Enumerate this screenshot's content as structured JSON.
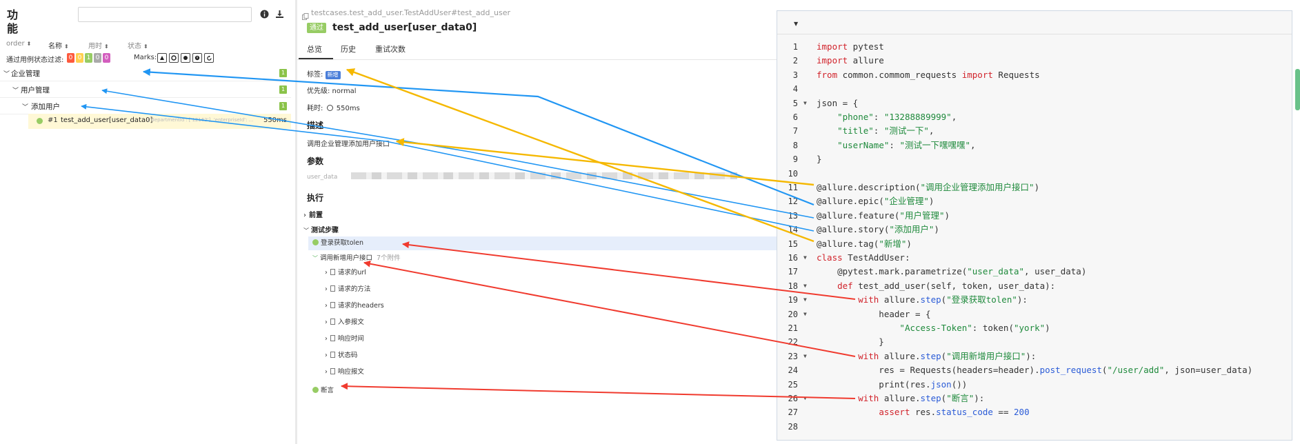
{
  "left": {
    "title": "功能",
    "search": {
      "value": "",
      "placeholder": ""
    },
    "sort": [
      "order",
      "名称",
      "用时",
      "状态"
    ],
    "filter_label": "通过用例状态过滤:",
    "stats": [
      {
        "value": "0",
        "color": "#fd5a3e"
      },
      {
        "value": "0",
        "color": "#ffd050"
      },
      {
        "value": "1",
        "color": "#97cc64"
      },
      {
        "value": "0",
        "color": "#aaaaaa"
      },
      {
        "value": "0",
        "color": "#d35ebe"
      }
    ],
    "marks_label": "Marks:",
    "tree": [
      {
        "label": "企业管理",
        "count": "1"
      },
      {
        "label": "用户管理",
        "count": "1"
      },
      {
        "label": "添加用户",
        "count": "1"
      }
    ],
    "case": {
      "order": "#1",
      "name": "test_add_user[user_data0]",
      "params": "{'departmentId': ['12162'], 'enterpriseId': ...",
      "duration": "550ms"
    }
  },
  "detail": {
    "breadcrumb": "testcases.test_add_user.TestAddUser#test_add_user",
    "status": "通过",
    "title": "test_add_user[user_data0]",
    "tabs": [
      "总览",
      "历史",
      "重试次数"
    ],
    "tag_label": "标签:",
    "tag": "新增",
    "priority": "优先级: normal",
    "duration_label": "耗时:",
    "duration": "550ms",
    "desc_heading": "描述",
    "description": "调用企业管理添加用户接口",
    "params_heading": "参数",
    "param_name": "user_data",
    "exec_heading": "执行",
    "setup": "前置",
    "steps_heading": "测试步骤",
    "steps": [
      {
        "label": "登录获取tolen",
        "extra": ""
      },
      {
        "label": "调用新增用户接口",
        "extra": "7个附件"
      }
    ],
    "attachments": [
      "请求的url",
      "请求的方法",
      "请求的headers",
      "入参报文",
      "响应时间",
      "状态码",
      "响应报文"
    ],
    "assert_step": "断言"
  },
  "code": {
    "lines": [
      {
        "n": "1",
        "h": "<span class=\"kw\">import</span> pytest"
      },
      {
        "n": "2",
        "h": "<span class=\"kw\">import</span> allure"
      },
      {
        "n": "3",
        "h": "<span class=\"kw\">from</span> common.commom_requests <span class=\"kw\">import</span> Requests"
      },
      {
        "n": "4",
        "h": ""
      },
      {
        "n": "5",
        "fold": true,
        "h": "json = {"
      },
      {
        "n": "6",
        "h": "    <span class=\"st\">\"phone\"</span>: <span class=\"st\">\"13288889999\"</span>,"
      },
      {
        "n": "7",
        "h": "    <span class=\"st\">\"title\"</span>: <span class=\"st\">\"测试一下\"</span>,"
      },
      {
        "n": "8",
        "h": "    <span class=\"st\">\"userName\"</span>: <span class=\"st\">\"测试一下嘿嘿嘿\"</span>,"
      },
      {
        "n": "9",
        "h": "}"
      },
      {
        "n": "10",
        "h": ""
      },
      {
        "n": "11",
        "h": "@allure.description(<span class=\"st\">\"调用企业管理添加用户接口\"</span>)"
      },
      {
        "n": "12",
        "h": "@allure.epic(<span class=\"st\">\"企业管理\"</span>)"
      },
      {
        "n": "13",
        "h": "@allure.feature(<span class=\"st\">\"用户管理\"</span>)"
      },
      {
        "n": "14",
        "h": "@allure.story(<span class=\"st\">\"添加用户\"</span>)"
      },
      {
        "n": "15",
        "h": "@allure.tag(<span class=\"st\">\"新增\"</span>)"
      },
      {
        "n": "16",
        "fold": true,
        "h": "<span class=\"kw\">class</span> TestAddUser:"
      },
      {
        "n": "17",
        "h": "    @pytest.mark.parametrize(<span class=\"st\">\"user_data\"</span>, user_data)"
      },
      {
        "n": "18",
        "fold": true,
        "h": "    <span class=\"kw\">def</span> test_add_user(self, token, user_data):"
      },
      {
        "n": "19",
        "fold": true,
        "h": "        <span class=\"kw\">with</span> allure.<span class=\"fn\">step</span>(<span class=\"st\">\"登录获取tolen\"</span>):"
      },
      {
        "n": "20",
        "fold": true,
        "h": "            header = {"
      },
      {
        "n": "21",
        "h": "                <span class=\"st\">\"Access-Token\"</span>: token(<span class=\"st\">\"york\"</span>)"
      },
      {
        "n": "22",
        "h": "            }"
      },
      {
        "n": "23",
        "fold": true,
        "h": "        <span class=\"kw\">with</span> allure.<span class=\"fn\">step</span>(<span class=\"st\">\"调用新增用户接口\"</span>):"
      },
      {
        "n": "24",
        "h": "            res = Requests(headers=header).<span class=\"fn\">post_request</span>(<span class=\"st\">\"/user/add\"</span>, json=user_data)"
      },
      {
        "n": "25",
        "h": "            print(res.<span class=\"fn\">json</span>())"
      },
      {
        "n": "26",
        "fold": true,
        "h": "        <span class=\"kw\">with</span> allure.<span class=\"fn\">step</span>(<span class=\"st\">\"断言\"</span>):"
      },
      {
        "n": "27",
        "h": "            <span class=\"kw\">assert</span> res.<span class=\"fn\">status_code</span> == <span class=\"nm\">200</span>"
      },
      {
        "n": "28",
        "h": ""
      }
    ]
  },
  "colors": {
    "arrow_blue": "#2196f3",
    "arrow_yellow": "#f5b800",
    "arrow_red": "#f03a2e",
    "passed": "#97cc64"
  }
}
